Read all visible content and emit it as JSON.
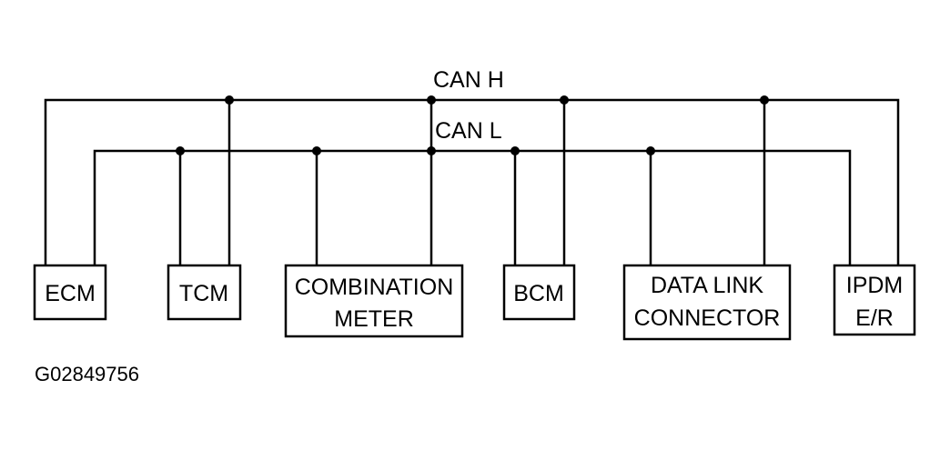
{
  "buses": {
    "can_h": "CAN H",
    "can_l": "CAN L"
  },
  "modules": {
    "ecm": [
      "ECM"
    ],
    "tcm": [
      "TCM"
    ],
    "combination_meter": [
      "COMBINATION",
      "METER"
    ],
    "bcm": [
      "BCM"
    ],
    "data_link_connector": [
      "DATA LINK",
      "CONNECTOR"
    ],
    "ipdm": [
      "IPDM",
      "E/R"
    ]
  },
  "figure_id": "G02849756"
}
